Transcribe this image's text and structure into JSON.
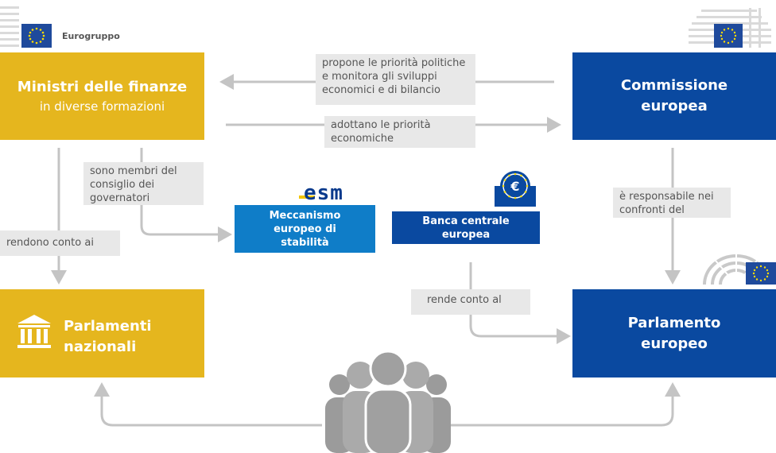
{
  "header": {
    "eurogroup": "Eurogruppo"
  },
  "boxes": {
    "ministers": {
      "title": "Ministri delle finanze",
      "subtitle": "in diverse formazioni"
    },
    "commission": {
      "line1": "Commissione",
      "line2": "europea"
    },
    "esm": {
      "logo": "esm",
      "line1": "Meccanismo",
      "line2": "europeo di",
      "line3": "stabilità"
    },
    "ecb": {
      "line1": "Banca centrale",
      "line2": "europea"
    },
    "national": {
      "line1": "Parlamenti",
      "line2": "nazionali"
    },
    "ep": {
      "line1": "Parlamento",
      "line2": "europeo"
    }
  },
  "labels": {
    "proposes": {
      "line1": "propone le priorità politiche",
      "line2": "e monitora gli sviluppi",
      "line3": "economici e di bilancio"
    },
    "adopt": {
      "line1": "adottano le priorità",
      "line2": "economiche"
    },
    "members": {
      "line1": "sono membri del",
      "line2": "consiglio dei",
      "line3": "governatori"
    },
    "accountable_to": "rendono conto ai",
    "responsible": {
      "line1": "è responsabile nei",
      "line2": "confronti del"
    },
    "reports": "rende conto al"
  },
  "colors": {
    "yellow": "#e5b61e",
    "blue": "#0a49a0",
    "esm_blue": "#0f7dc8",
    "arrow": "#c4c4c4",
    "eu_flag": "#1f4a9c",
    "star": "#ffdd00"
  },
  "icons": [
    "eu-flag-icon",
    "building-icon",
    "citizens-icon",
    "ecb-euro-icon",
    "parliament-hemicycle-icon"
  ]
}
